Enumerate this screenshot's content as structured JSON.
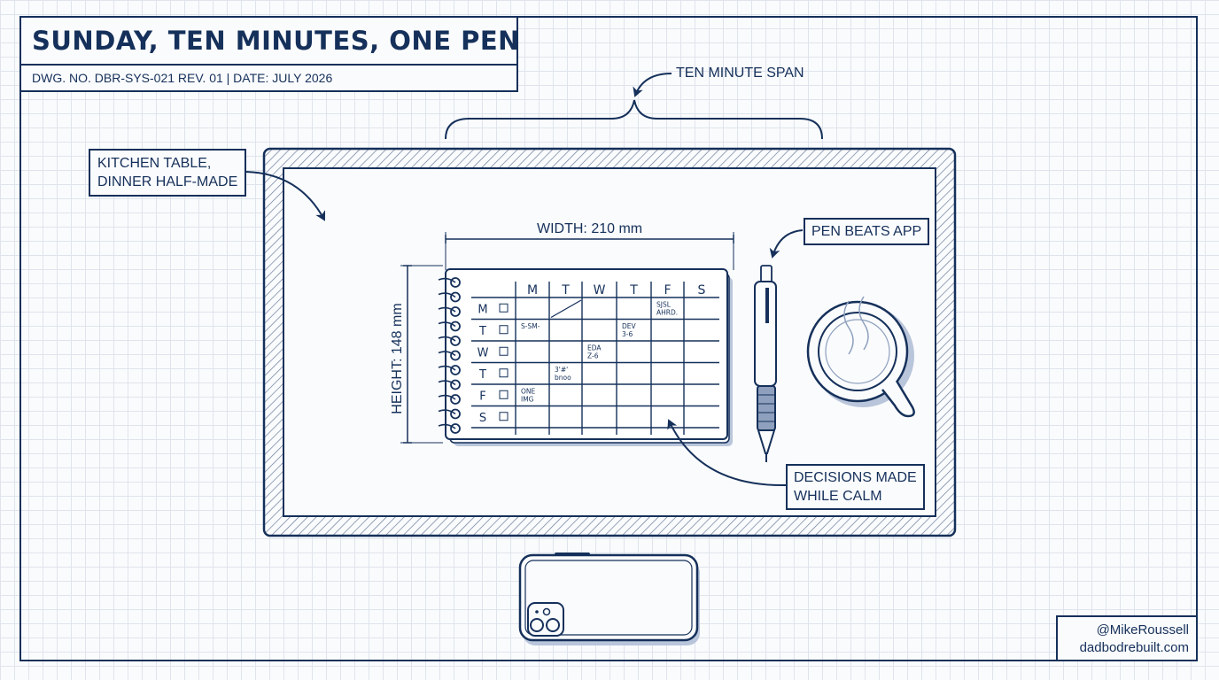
{
  "title": "SUNDAY, TEN MINUTES, ONE PEN",
  "drawing_info": "DWG. NO. DBR-SYS-021 REV. 01  |  DATE: JULY 2026",
  "annotations": {
    "span": "TEN MINUTE SPAN",
    "kitchen_line1": "KITCHEN TABLE,",
    "kitchen_line2": "DINNER HALF-MADE",
    "width": "WIDTH: 210 mm",
    "height": "HEIGHT: 148 mm",
    "pen": "PEN BEATS APP",
    "decisions_line1": "DECISIONS MADE",
    "decisions_line2": "WHILE CALM"
  },
  "planner": {
    "days_header": [
      "M",
      "T",
      "W",
      "T",
      "F",
      "S"
    ],
    "rows": [
      {
        "day": "M",
        "cells": [
          "",
          "",
          "",
          "",
          "SJSL AHRD.",
          ""
        ]
      },
      {
        "day": "T",
        "cells": [
          "S-SM-",
          "",
          "",
          "DEV 3-6",
          "",
          ""
        ]
      },
      {
        "day": "W",
        "cells": [
          "",
          "",
          "EDA Z-6",
          "",
          "",
          ""
        ]
      },
      {
        "day": "T",
        "cells": [
          "",
          "3'#' bnoo",
          "",
          "",
          "",
          ""
        ]
      },
      {
        "day": "F",
        "cells": [
          "ONE IMG",
          "",
          "",
          "",
          "",
          ""
        ]
      },
      {
        "day": "S",
        "cells": [
          "",
          "",
          "",
          "",
          "",
          ""
        ]
      }
    ]
  },
  "credit": {
    "handle": "@MikeRoussell",
    "site": "dadbodrebuilt.com"
  },
  "colors": {
    "ink": "#15305a",
    "paper": "#fafbfd",
    "grid": "#dfe4ec",
    "shadow": "#b9c5da"
  },
  "icons": [
    "spiral-notebook-icon",
    "mechanical-pencil-icon",
    "coffee-mug-icon",
    "smartphone-icon"
  ]
}
